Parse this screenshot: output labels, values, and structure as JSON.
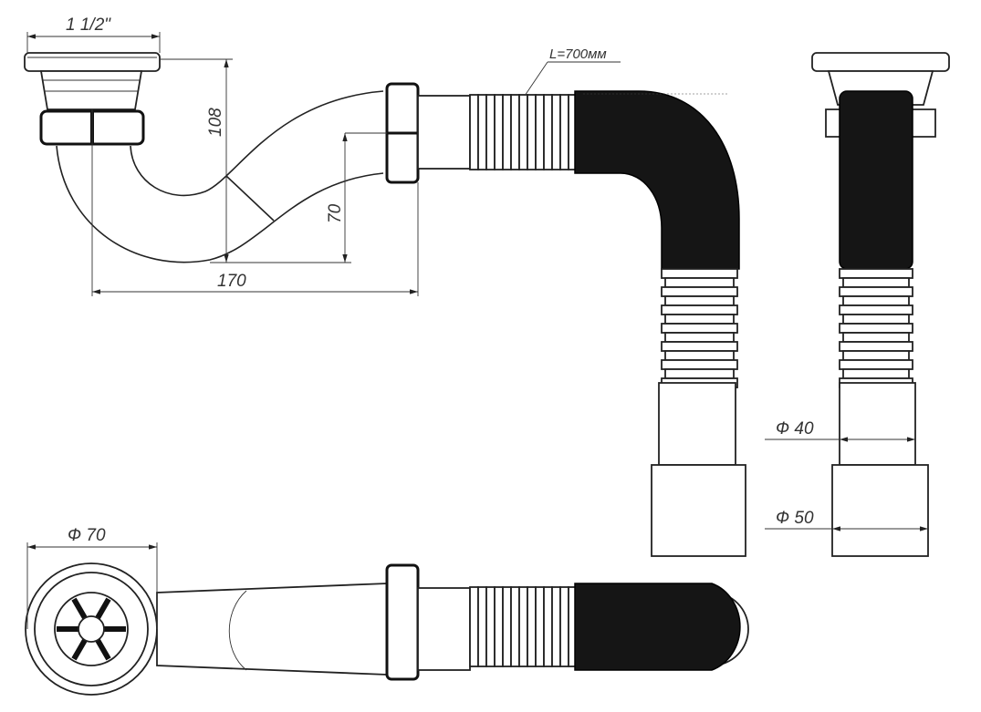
{
  "title": "Flexible sink siphon technical drawing",
  "dimensions": {
    "thread": "1 1/2\"",
    "height": "108",
    "outlet_height": "70",
    "width": "170",
    "hose_length": "L=700мм",
    "outlet_d40": "Ф 40",
    "outlet_d50": "Ф 50",
    "grate_d70": "Ф 70"
  },
  "colors": {
    "line": "#222222",
    "hose": "#151515",
    "background": "#ffffff"
  }
}
